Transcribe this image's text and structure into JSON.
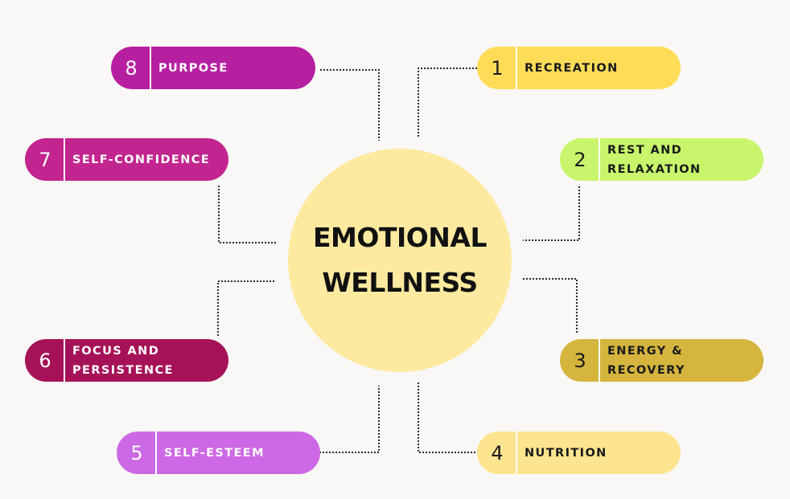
{
  "center": {
    "line1": "EMOTIONAL",
    "line2": "WELLNESS",
    "color": "#fdeaa0"
  },
  "items": [
    {
      "number": "1",
      "lines": [
        "RECREATION"
      ],
      "color": "#ffdc58",
      "text": "dark"
    },
    {
      "number": "2",
      "lines": [
        "REST AND",
        "RELAXATION"
      ],
      "color": "#c8f56b",
      "text": "dark"
    },
    {
      "number": "3",
      "lines": [
        "ENERGY &",
        "RECOVERY"
      ],
      "color": "#d5b53e",
      "text": "dark"
    },
    {
      "number": "4",
      "lines": [
        "NUTRITION"
      ],
      "color": "#fde590",
      "text": "dark"
    },
    {
      "number": "5",
      "lines": [
        "SELF-ESTEEM"
      ],
      "color": "#cd69e4",
      "text": "light"
    },
    {
      "number": "6",
      "lines": [
        "FOCUS AND",
        "PERSISTENCE"
      ],
      "color": "#a51257",
      "text": "light"
    },
    {
      "number": "7",
      "lines": [
        "SELF-CONFIDENCE"
      ],
      "color": "#c2258f",
      "text": "light"
    },
    {
      "number": "8",
      "lines": [
        "PURPOSE"
      ],
      "color": "#b71fa1",
      "text": "light"
    }
  ]
}
